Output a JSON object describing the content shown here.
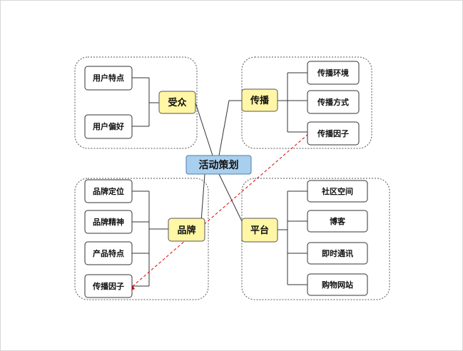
{
  "diagram": {
    "root": {
      "label": "活动策划"
    },
    "branches": [
      {
        "label": "受众",
        "children": [
          "用户特点",
          "用户偏好"
        ]
      },
      {
        "label": "传播",
        "children": [
          "传播环境",
          "传播方式",
          "传播因子"
        ]
      },
      {
        "label": "品牌",
        "children": [
          "品牌定位",
          "品牌精神",
          "产品特点",
          "传播因子"
        ]
      },
      {
        "label": "平台",
        "children": [
          "社区空间",
          "博客",
          "即时通讯",
          "购物网站"
        ]
      }
    ],
    "relationship": {
      "from": "传播 / 传播因子",
      "to": "品牌 / 传播因子",
      "color": "#e00000"
    },
    "colors": {
      "root_fill": "#a9cfee",
      "topic_fill": "#fff6a6",
      "leaf_fill": "#ffffff"
    }
  }
}
